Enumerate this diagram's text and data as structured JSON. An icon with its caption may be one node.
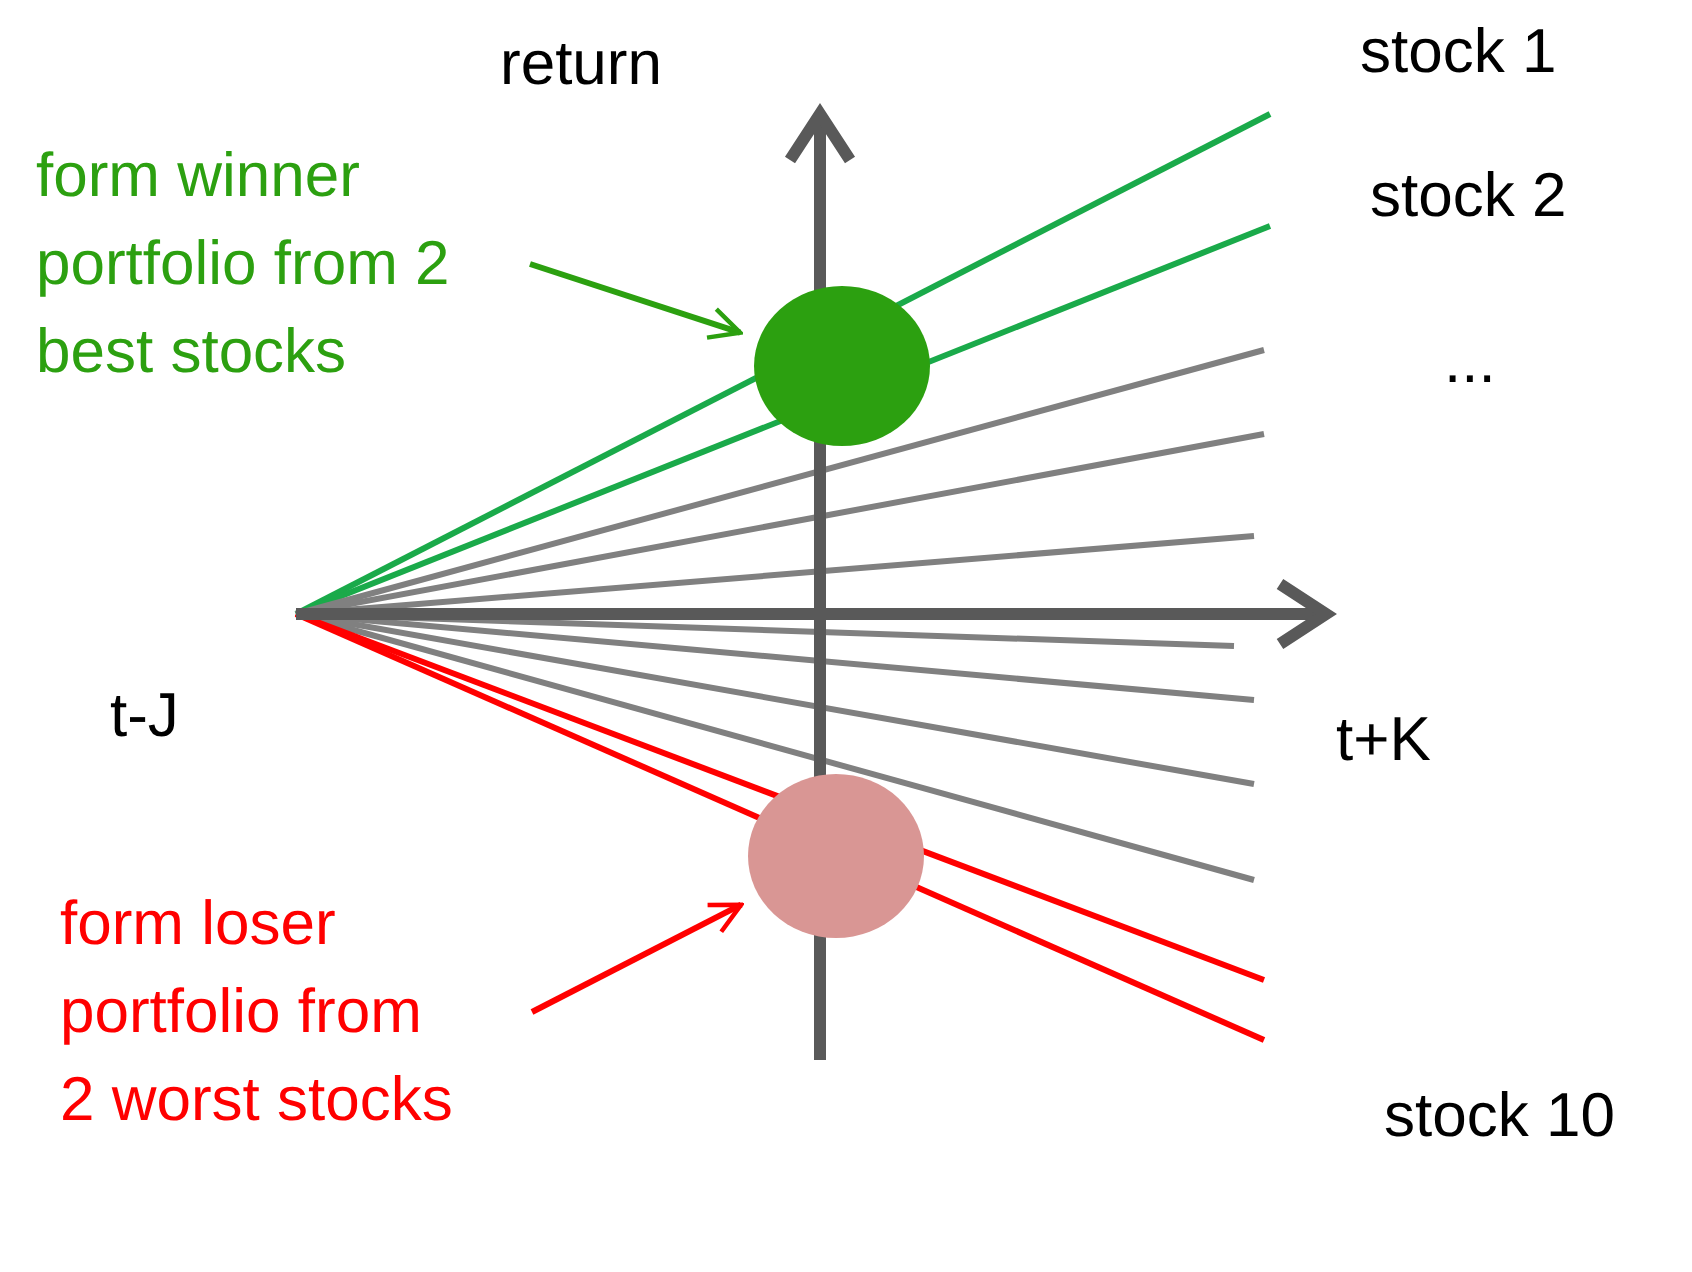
{
  "diagram": {
    "nodes": [
      {
        "text": [
          "form winner portfolio from 2 best stocks"
        ]
      },
      {
        "text": [],
        "shape": "circle"
      },
      {
        "text": [
          "form loser portfolio from 2 worst stocks"
        ]
      },
      {
        "text": [],
        "shape": "circle"
      }
    ],
    "edges": [
      {
        "from": 0,
        "to": 1,
        "arrow": "to",
        "color": "#2ca010"
      },
      {
        "from": 2,
        "to": 3,
        "arrow": "to",
        "color": "#ff0000"
      }
    ],
    "labels": [
      "return",
      "stock 1",
      "stock 2",
      "...",
      "t-J",
      "t+K",
      "stock 10"
    ]
  }
}
